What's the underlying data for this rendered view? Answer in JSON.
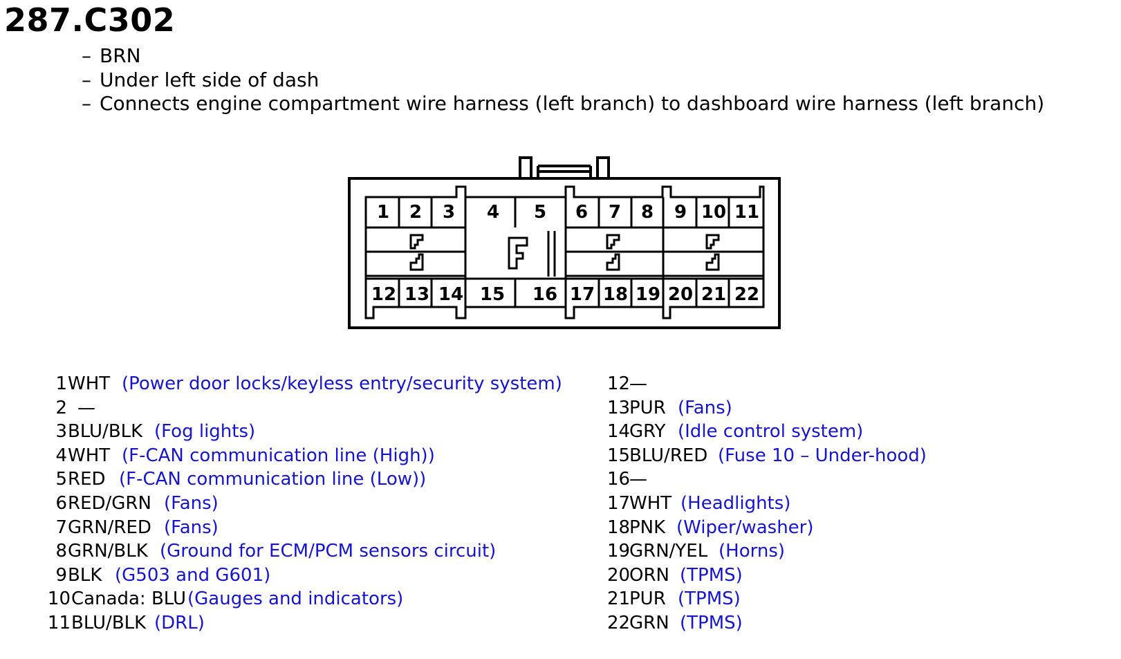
{
  "connector_id": "287.C302",
  "notes": [
    "BRN",
    "Under left side of dash",
    "Connects engine compartment wire harness (left branch) to dashboard wire harness (left branch)"
  ],
  "note_prefix": "–",
  "colors": {
    "description": "#1414d2",
    "text": "#000000"
  },
  "cavity_numbers": [
    "1",
    "2",
    "3",
    "4",
    "5",
    "6",
    "7",
    "8",
    "9",
    "10",
    "11",
    "12",
    "13",
    "14",
    "15",
    "16",
    "17",
    "18",
    "19",
    "20",
    "21",
    "22"
  ],
  "pins_left": [
    {
      "num": "1",
      "wire": "WHT",
      "desc": "(Power door locks/keyless entry/security system)"
    },
    {
      "num": "2",
      "wire": "—",
      "desc": ""
    },
    {
      "num": "3",
      "wire": "BLU/BLK",
      "desc": "(Fog lights)"
    },
    {
      "num": "4",
      "wire": "WHT",
      "desc": "(F-CAN communication line (High))"
    },
    {
      "num": "5",
      "wire": "RED",
      "desc": "(F-CAN communication line (Low))"
    },
    {
      "num": "6",
      "wire": "RED/GRN",
      "desc": "(Fans)"
    },
    {
      "num": "7",
      "wire": "GRN/RED",
      "desc": "(Fans)"
    },
    {
      "num": "8",
      "wire": "GRN/BLK",
      "desc": "(Ground for ECM/PCM sensors circuit)"
    },
    {
      "num": "9",
      "wire": "BLK",
      "desc": "(G503 and G601)"
    },
    {
      "num": "10",
      "wire": "Canada: BLU",
      "desc": "(Gauges and indicators)"
    },
    {
      "num": "11",
      "wire": "BLU/BLK",
      "desc": "(DRL)"
    }
  ],
  "pins_right": [
    {
      "num": "12",
      "wire": "—",
      "desc": ""
    },
    {
      "num": "13",
      "wire": "PUR",
      "desc": "(Fans)"
    },
    {
      "num": "14",
      "wire": "GRY",
      "desc": "(Idle control system)"
    },
    {
      "num": "15",
      "wire": "BLU/RED",
      "desc": "(Fuse 10 – Under-hood)"
    },
    {
      "num": "16",
      "wire": "—",
      "desc": ""
    },
    {
      "num": "17",
      "wire": "WHT",
      "desc": "(Headlights)"
    },
    {
      "num": "18",
      "wire": "PNK",
      "desc": "(Wiper/washer)"
    },
    {
      "num": "19",
      "wire": "GRN/YEL",
      "desc": "(Horns)"
    },
    {
      "num": "20",
      "wire": "ORN",
      "desc": "(TPMS)"
    },
    {
      "num": "21",
      "wire": "PUR",
      "desc": "(TPMS)"
    },
    {
      "num": "22",
      "wire": "GRN",
      "desc": "(TPMS)"
    }
  ]
}
